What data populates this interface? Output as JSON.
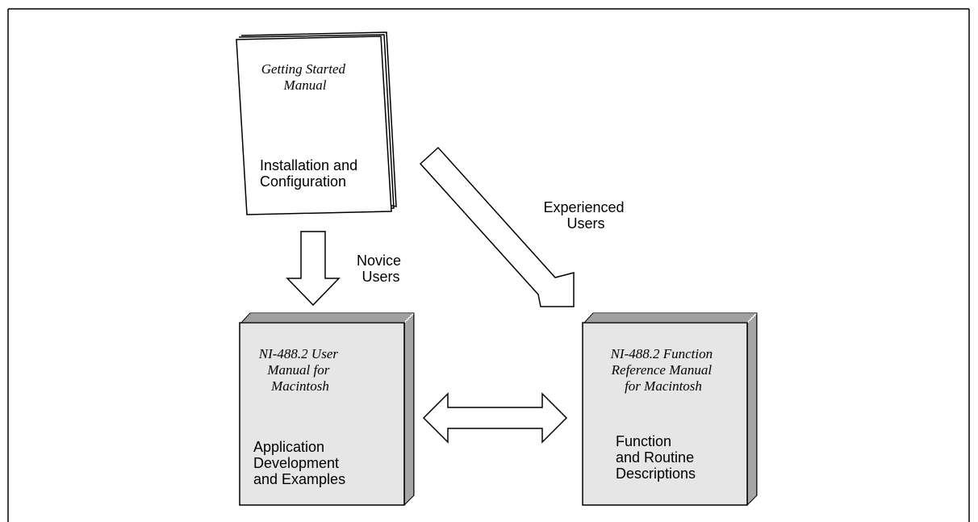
{
  "getting_started": {
    "title": [
      "Getting Started",
      "Manual"
    ],
    "subtitle": [
      "Installation and",
      "Configuration"
    ]
  },
  "user_manual": {
    "title": [
      "NI-488.2 User",
      "Manual for",
      "Macintosh"
    ],
    "subtitle": [
      "Application",
      "Development",
      "and Examples"
    ]
  },
  "function_reference": {
    "title": [
      "NI-488.2 Function",
      "Reference Manual",
      "for Macintosh"
    ],
    "subtitle": [
      "Function",
      "and Routine",
      "Descriptions"
    ]
  },
  "novice_label": [
    "Novice",
    "Users"
  ],
  "experienced_label": [
    "Experienced",
    "Users"
  ],
  "colors": {
    "book_fill": "#e6e6e6",
    "page_fill": "#ffffff",
    "stroke": "#000000"
  }
}
